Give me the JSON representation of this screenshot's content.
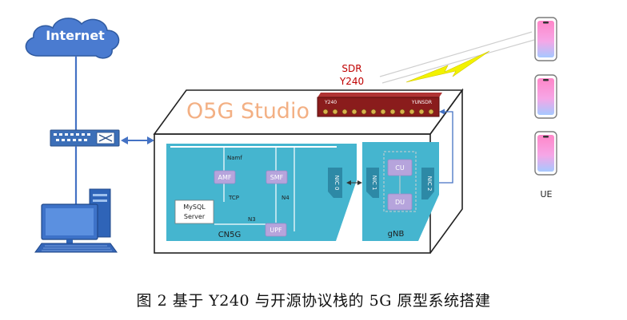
{
  "internet": {
    "label": "Internet"
  },
  "studio": {
    "title": "O5G Studio"
  },
  "sdr": {
    "line1": "SDR",
    "line2": "Y240",
    "device_text_left": "Y240",
    "device_text_right": "YUNSDR"
  },
  "cn5g": {
    "label": "CN5G",
    "nodes": {
      "amf": "AMF",
      "smf": "SMF",
      "upf": "UPF"
    },
    "mysql_line1": "MySQL",
    "mysql_line2": "Server",
    "interfaces": {
      "namf": "Namf",
      "tcp": "TCP",
      "n4": "N4",
      "n3": "N3"
    },
    "nic0": "NIC 0"
  },
  "gnb": {
    "label": "gNB",
    "cu": "CU",
    "du": "DU",
    "nic1": "NIC 1",
    "nic2": "NIC 2"
  },
  "ue": {
    "label": "UE",
    "count": 3
  },
  "caption": "图 2  基于 Y240 与开源协议栈的 5G 原型系统搭建",
  "colors": {
    "accent_blue": "#4472c4",
    "panel_cyan": "#45b5cf",
    "node_purple": "#b6a4dc",
    "studio_title": "#f3b084",
    "sdr_red": "#c00000",
    "lightning_yellow": "#f2f200"
  }
}
